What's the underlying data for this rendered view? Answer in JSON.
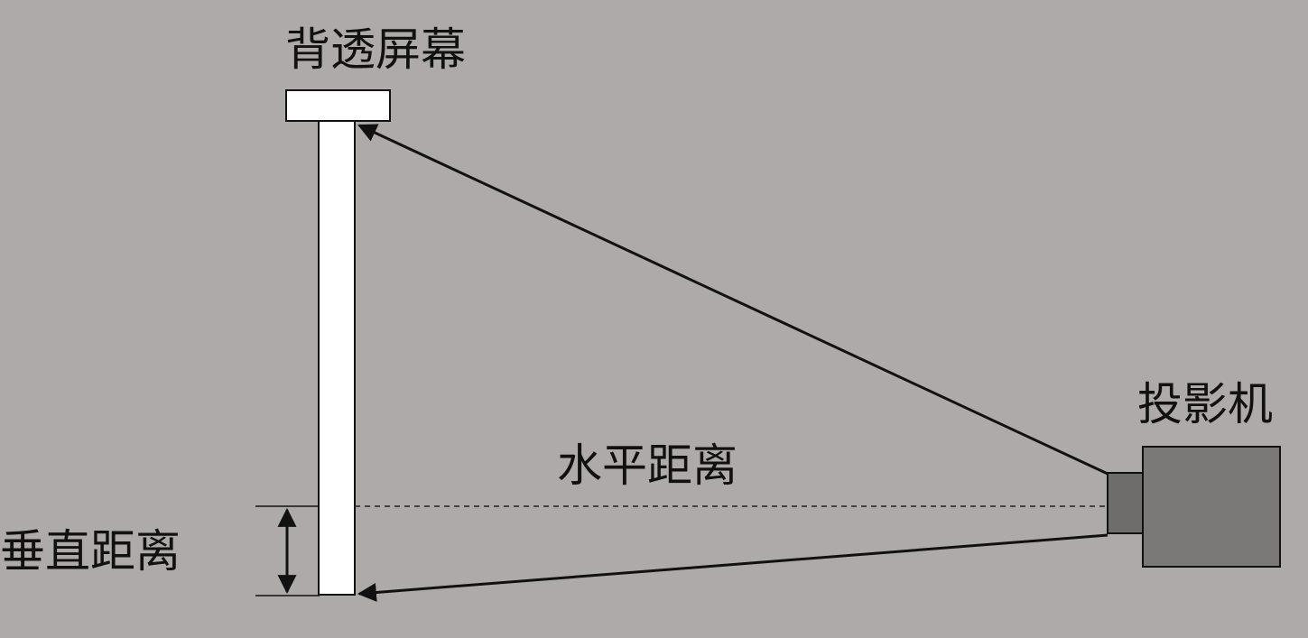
{
  "labels": {
    "screen": "背透屏幕",
    "projector": "投影机",
    "horizontal_distance": "水平距离",
    "vertical_distance": "垂直距离"
  },
  "colors": {
    "background": "#aeaaa9",
    "screen_fill": "#ffffff",
    "projector_body": "#7b7978",
    "projector_lens": "#6f6d6c",
    "lines": "#111111"
  }
}
